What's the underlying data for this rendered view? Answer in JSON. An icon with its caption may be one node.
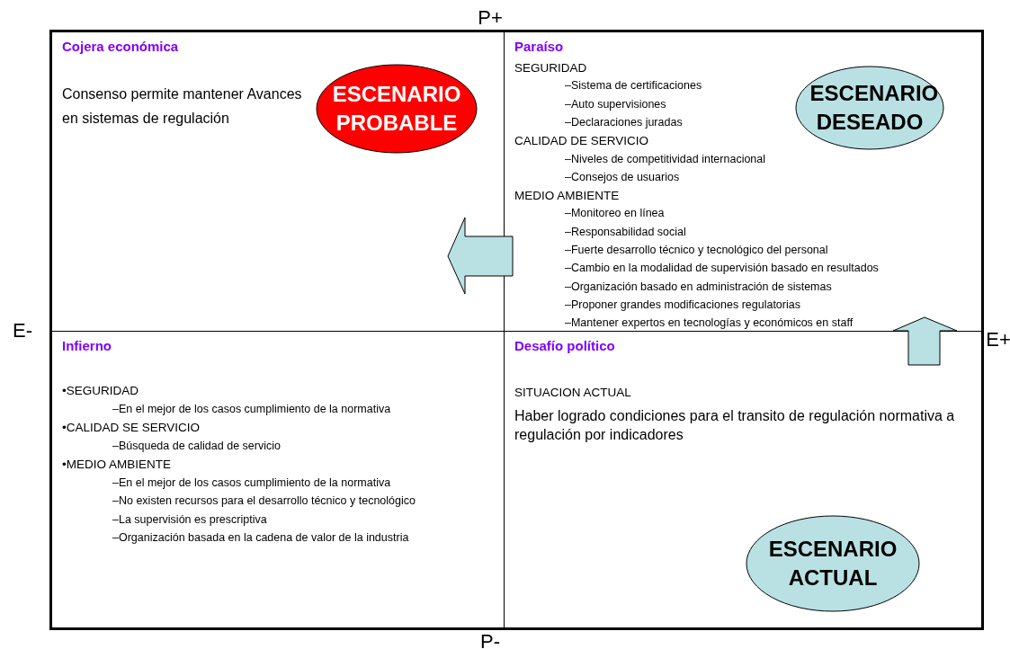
{
  "diagram": {
    "nodes": [
      {
        "text": [
          "Cojera económica",
          "Consenso permite mantener Avances en sistemas de regulación"
        ]
      },
      {
        "text": [
          "ESCENARIO PROBABLE"
        ],
        "in": 0
      },
      {
        "text": [
          "Paraíso",
          "SEGURIDAD",
          "–Sistema de certificaciones",
          "–Auto supervisiones",
          "–Declaraciones juradas",
          "CALIDAD DE SERVICIO",
          "–Niveles de competitividad internacional",
          "–Consejos de usuarios",
          "MEDIO AMBIENTE",
          "–Monitoreo en línea",
          "–Responsabilidad social",
          "–Fuerte desarrollo técnico y tecnológico del personal",
          "–Cambio en la modalidad de supervisión basado en resultados",
          "–Organización basado en administración de sistemas",
          "–Proponer grandes modificaciones regulatorias",
          "–Mantener expertos en tecnologías y económicos en staff"
        ]
      },
      {
        "text": [
          "ESCENARIO DESEADO"
        ],
        "in": 2
      },
      {
        "text": [
          "Infierno",
          "•SEGURIDAD",
          "–En el mejor de los casos cumplimiento de la normativa",
          "•CALIDAD SE SERVICIO",
          "–Búsqueda de calidad de servicio",
          "•MEDIO AMBIENTE",
          "–En el mejor de los casos cumplimiento de la normativa",
          "–No existen recursos para el desarrollo técnico y tecnológico",
          "–La supervisión es prescriptiva",
          "–Organización basada en la cadena de valor de la industria"
        ]
      },
      {
        "text": [
          "Desafío político",
          "SITUACION ACTUAL",
          "Haber logrado condiciones para el transito de regulación normativa a regulación por indicadores"
        ]
      },
      {
        "text": [
          "ESCENARIO ACTUAL"
        ],
        "in": 5
      }
    ],
    "edges": [
      {
        "from": 2,
        "to": 0,
        "arrow": "to"
      },
      {
        "from": 5,
        "to": 2,
        "arrow": "to"
      }
    ],
    "labels": [
      "P+",
      "E-",
      "E+",
      "P-"
    ]
  }
}
